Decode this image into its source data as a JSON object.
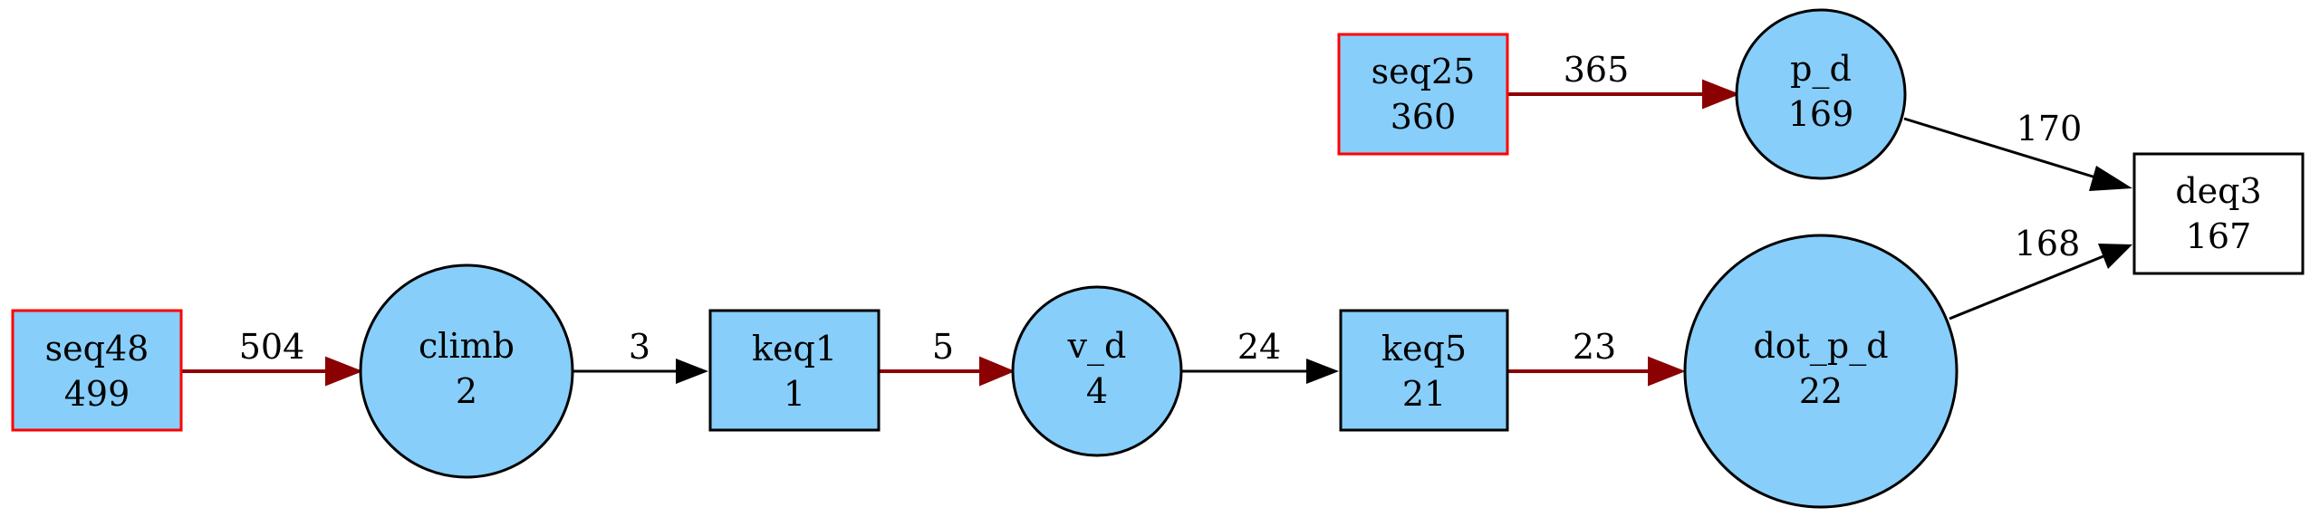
{
  "colors": {
    "node_fill": "#87cefa",
    "node_stroke": "#000000",
    "highlight_stroke": "#ff0000",
    "edge_red": "#8b0000",
    "edge_black": "#000000",
    "plain_fill": "#ffffff"
  },
  "nodes": {
    "seq48": {
      "name": "seq48",
      "value": "499"
    },
    "climb": {
      "name": "climb",
      "value": "2"
    },
    "keq1": {
      "name": "keq1",
      "value": "1"
    },
    "v_d": {
      "name": "v_d",
      "value": "4"
    },
    "keq5": {
      "name": "keq5",
      "value": "21"
    },
    "dot_p_d": {
      "name": "dot_p_d",
      "value": "22"
    },
    "seq25": {
      "name": "seq25",
      "value": "360"
    },
    "p_d": {
      "name": "p_d",
      "value": "169"
    },
    "deq3": {
      "name": "deq3",
      "value": "167"
    }
  },
  "edges": {
    "seq48_climb": {
      "label": "504"
    },
    "climb_keq1": {
      "label": "3"
    },
    "keq1_v_d": {
      "label": "5"
    },
    "v_d_keq5": {
      "label": "24"
    },
    "keq5_dot_p_d": {
      "label": "23"
    },
    "seq25_p_d": {
      "label": "365"
    },
    "p_d_deq3": {
      "label": "170"
    },
    "dot_p_d_deq3": {
      "label": "168"
    }
  }
}
